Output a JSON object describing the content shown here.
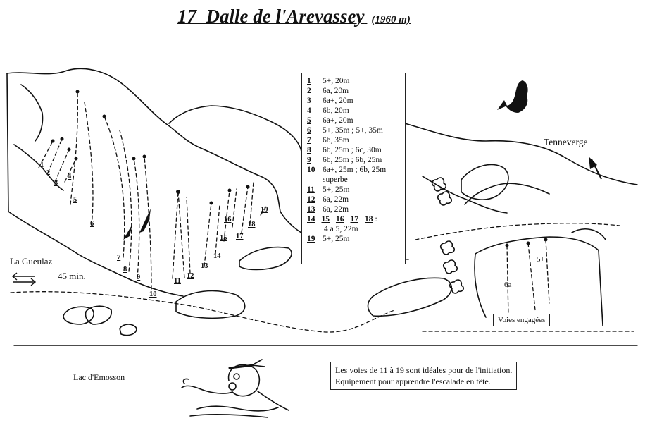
{
  "title": {
    "number": "17",
    "name": "Dalle de l'Arevassey",
    "altitude": "(1960 m)"
  },
  "legend": {
    "routes": [
      {
        "num": "1",
        "desc": "5+, 20m"
      },
      {
        "num": "2",
        "desc": "6a, 20m"
      },
      {
        "num": "3",
        "desc": "6a+, 20m"
      },
      {
        "num": "4",
        "desc": "6b, 20m"
      },
      {
        "num": "5",
        "desc": "6a+, 20m"
      },
      {
        "num": "6",
        "desc": "5+, 35m ; 5+, 35m"
      },
      {
        "num": "7",
        "desc": "6b, 35m"
      },
      {
        "num": "8",
        "desc": "6b, 25m ; 6c, 30m"
      },
      {
        "num": "9",
        "desc": "6b, 25m ; 6b, 25m"
      },
      {
        "num": "10",
        "desc": "6a+, 25m ; 6b, 25m"
      },
      {
        "num": "",
        "desc": "superbe"
      },
      {
        "num": "11",
        "desc": "5+, 25m"
      },
      {
        "num": "12",
        "desc": "6a, 22m"
      },
      {
        "num": "13",
        "desc": "6a, 22m"
      }
    ],
    "group_numbers": [
      "14",
      "15",
      "16",
      "17",
      "18"
    ],
    "group_colon": ":",
    "group_desc": "4 à 5, 22m",
    "last_route": {
      "num": "19",
      "desc": "5+, 25m"
    }
  },
  "places": {
    "tenneverge": "Tenneverge",
    "la_gueulaz": "La Gueulaz",
    "walk_time": "45 min.",
    "lac": "Lac d'Emosson"
  },
  "route_labels": [
    "1",
    "2",
    "3",
    "4",
    "5",
    "6",
    "7",
    "8",
    "9",
    "10",
    "11",
    "12",
    "13",
    "14",
    "15",
    "16",
    "17",
    "18",
    "19"
  ],
  "right_sector": {
    "grade_a": "6a",
    "grade_b": "5+",
    "box_label": "Voies engagées"
  },
  "note": {
    "line1": "Les voies de 11 à 19 sont idéales pour de l'initiation.",
    "line2": "Equipement pour apprendre l'escalade en tête."
  }
}
